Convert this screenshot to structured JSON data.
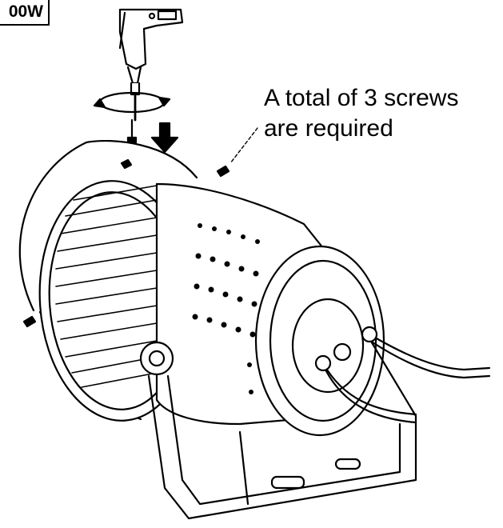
{
  "header": {
    "model_tag": "00W"
  },
  "annotation": {
    "line1": "A total of 3 screws",
    "line2": "are required"
  },
  "icons": [
    "power-drill-icon",
    "rotation-arrow-icon",
    "down-arrow-icon",
    "screw-icon"
  ],
  "colors": {
    "line": "#000000",
    "background": "#ffffff"
  }
}
